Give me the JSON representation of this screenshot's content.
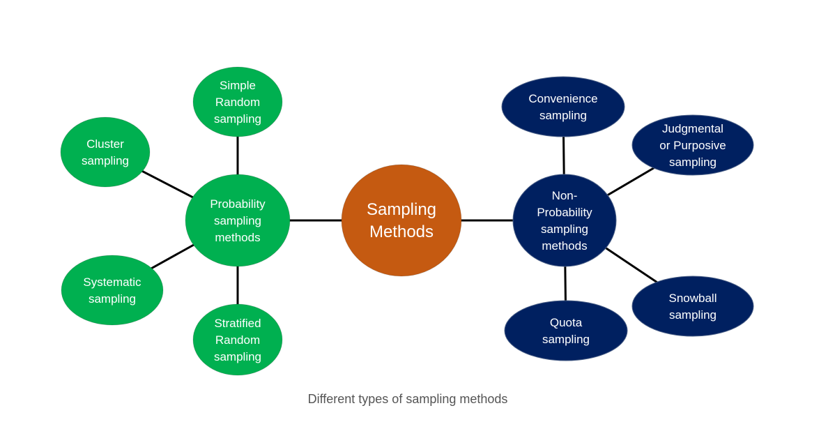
{
  "caption": "Different types of sampling methods",
  "colors": {
    "center": "#C55A11",
    "probability": "#00B050",
    "non_probability": "#002060",
    "label_text": "#FFFFFF",
    "edge": "#000000"
  },
  "diagram": {
    "center": {
      "lines": [
        "Sampling",
        "Methods"
      ]
    },
    "branches": [
      {
        "hub": {
          "lines": [
            "Probability",
            "sampling",
            "methods"
          ]
        },
        "leaves": [
          {
            "lines": [
              "Simple",
              "Random",
              "sampling"
            ]
          },
          {
            "lines": [
              "Cluster",
              "sampling"
            ]
          },
          {
            "lines": [
              "Systematic",
              "sampling"
            ]
          },
          {
            "lines": [
              "Stratified",
              "Random",
              "sampling"
            ]
          }
        ]
      },
      {
        "hub": {
          "lines": [
            "Non-",
            "Probability",
            "sampling",
            "methods"
          ]
        },
        "leaves": [
          {
            "lines": [
              "Convenience",
              "sampling"
            ]
          },
          {
            "lines": [
              "Judgmental",
              "or Purposive",
              "sampling"
            ]
          },
          {
            "lines": [
              "Snowball",
              "sampling"
            ]
          },
          {
            "lines": [
              "Quota",
              "sampling"
            ]
          }
        ]
      }
    ]
  }
}
